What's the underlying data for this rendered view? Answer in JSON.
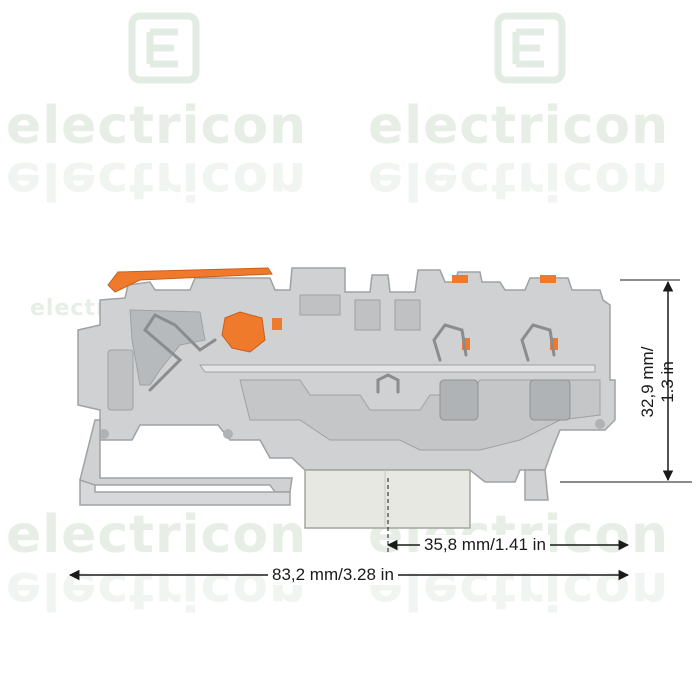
{
  "watermark": {
    "brand": "electricon",
    "color": "#e6eee6"
  },
  "colors": {
    "housing": "#cfd1d2",
    "housing_shadow": "#9fa2a4",
    "housing_light": "#e3e4e5",
    "lever": "#f07a2c",
    "spring": "#8a8d90",
    "dimension_line": "#1a1a1a"
  },
  "dimensions": {
    "width_total": "83,2 mm/3.28 in",
    "width_rail": "35,8 mm/1.41 in",
    "height_line1": "32,9 mm/",
    "height_line2": "1.3 in"
  }
}
